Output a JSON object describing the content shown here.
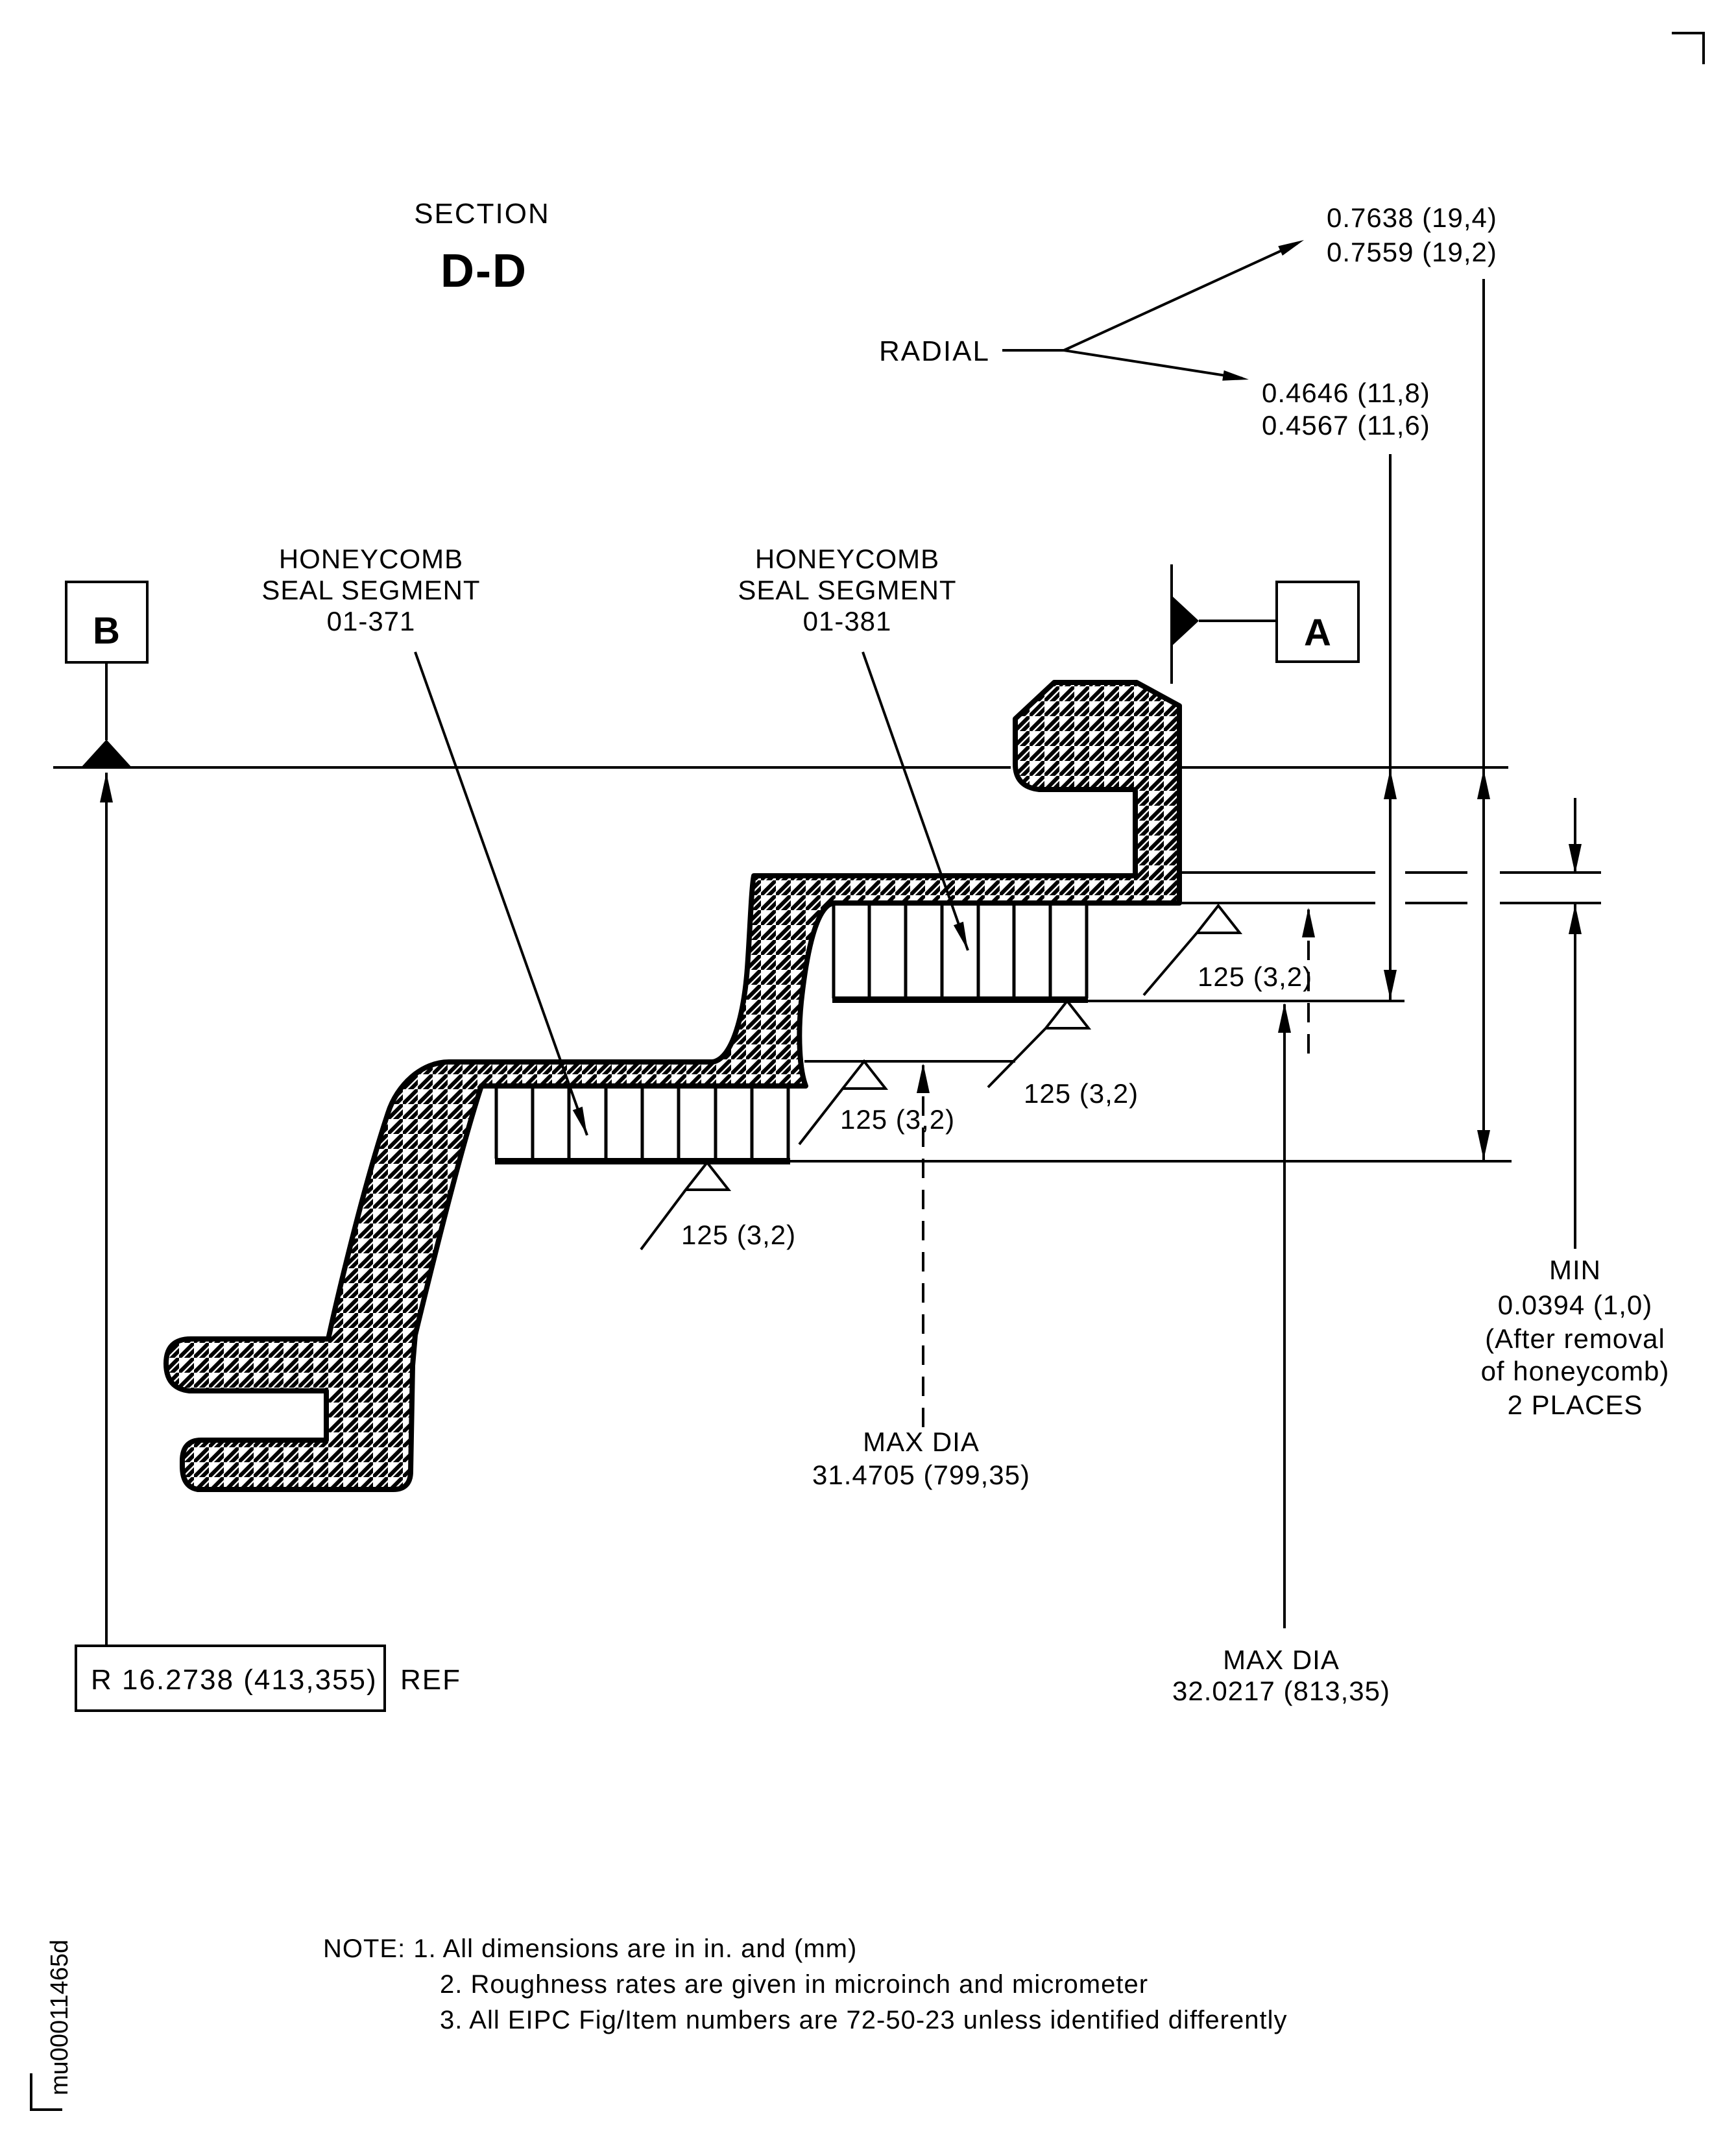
{
  "page": {
    "background": "#ffffff",
    "ink": "#000000"
  },
  "section": {
    "label": "SECTION",
    "name": "D-D"
  },
  "radial": {
    "label": "RADIAL",
    "v1": "0.7638 (19,4)",
    "v2": "0.7559 (19,2)",
    "v3": "0.4646 (11,8)",
    "v4": "0.4567 (11,6)"
  },
  "seal1": {
    "l1": "HONEYCOMB",
    "l2": "SEAL SEGMENT",
    "l3": "01-371"
  },
  "seal2": {
    "l1": "HONEYCOMB",
    "l2": "SEAL SEGMENT",
    "l3": "01-381"
  },
  "datum": {
    "a": "A",
    "b": "B"
  },
  "rough": {
    "r1": "125 (3,2)",
    "r2": "125 (3,2)",
    "r3": "125 (3,2)",
    "r4": "125 (3,2)"
  },
  "min_callout": {
    "l1": "MIN",
    "l2": "0.0394 (1,0)",
    "l3": "(After removal",
    "l4": "of honeycomb)",
    "l5": "2 PLACES"
  },
  "max_dia_inner": {
    "l1": "MAX DIA",
    "l2": "31.4705 (799,35)"
  },
  "max_dia_outer": {
    "l1": "MAX DIA",
    "l2": "32.0217 (813,35)"
  },
  "radius_ref": {
    "boxed": "R 16.2738 (413,355)",
    "suffix": "REF"
  },
  "notes": {
    "l1": "NOTE: 1. All dimensions are in in. and (mm)",
    "l2": "2. Roughness rates are given in microinch and micrometer",
    "l3": "3. All EIPC Fig/Item numbers are 72-50-23 unless identified differently"
  },
  "doc_id": "mu00011465d"
}
